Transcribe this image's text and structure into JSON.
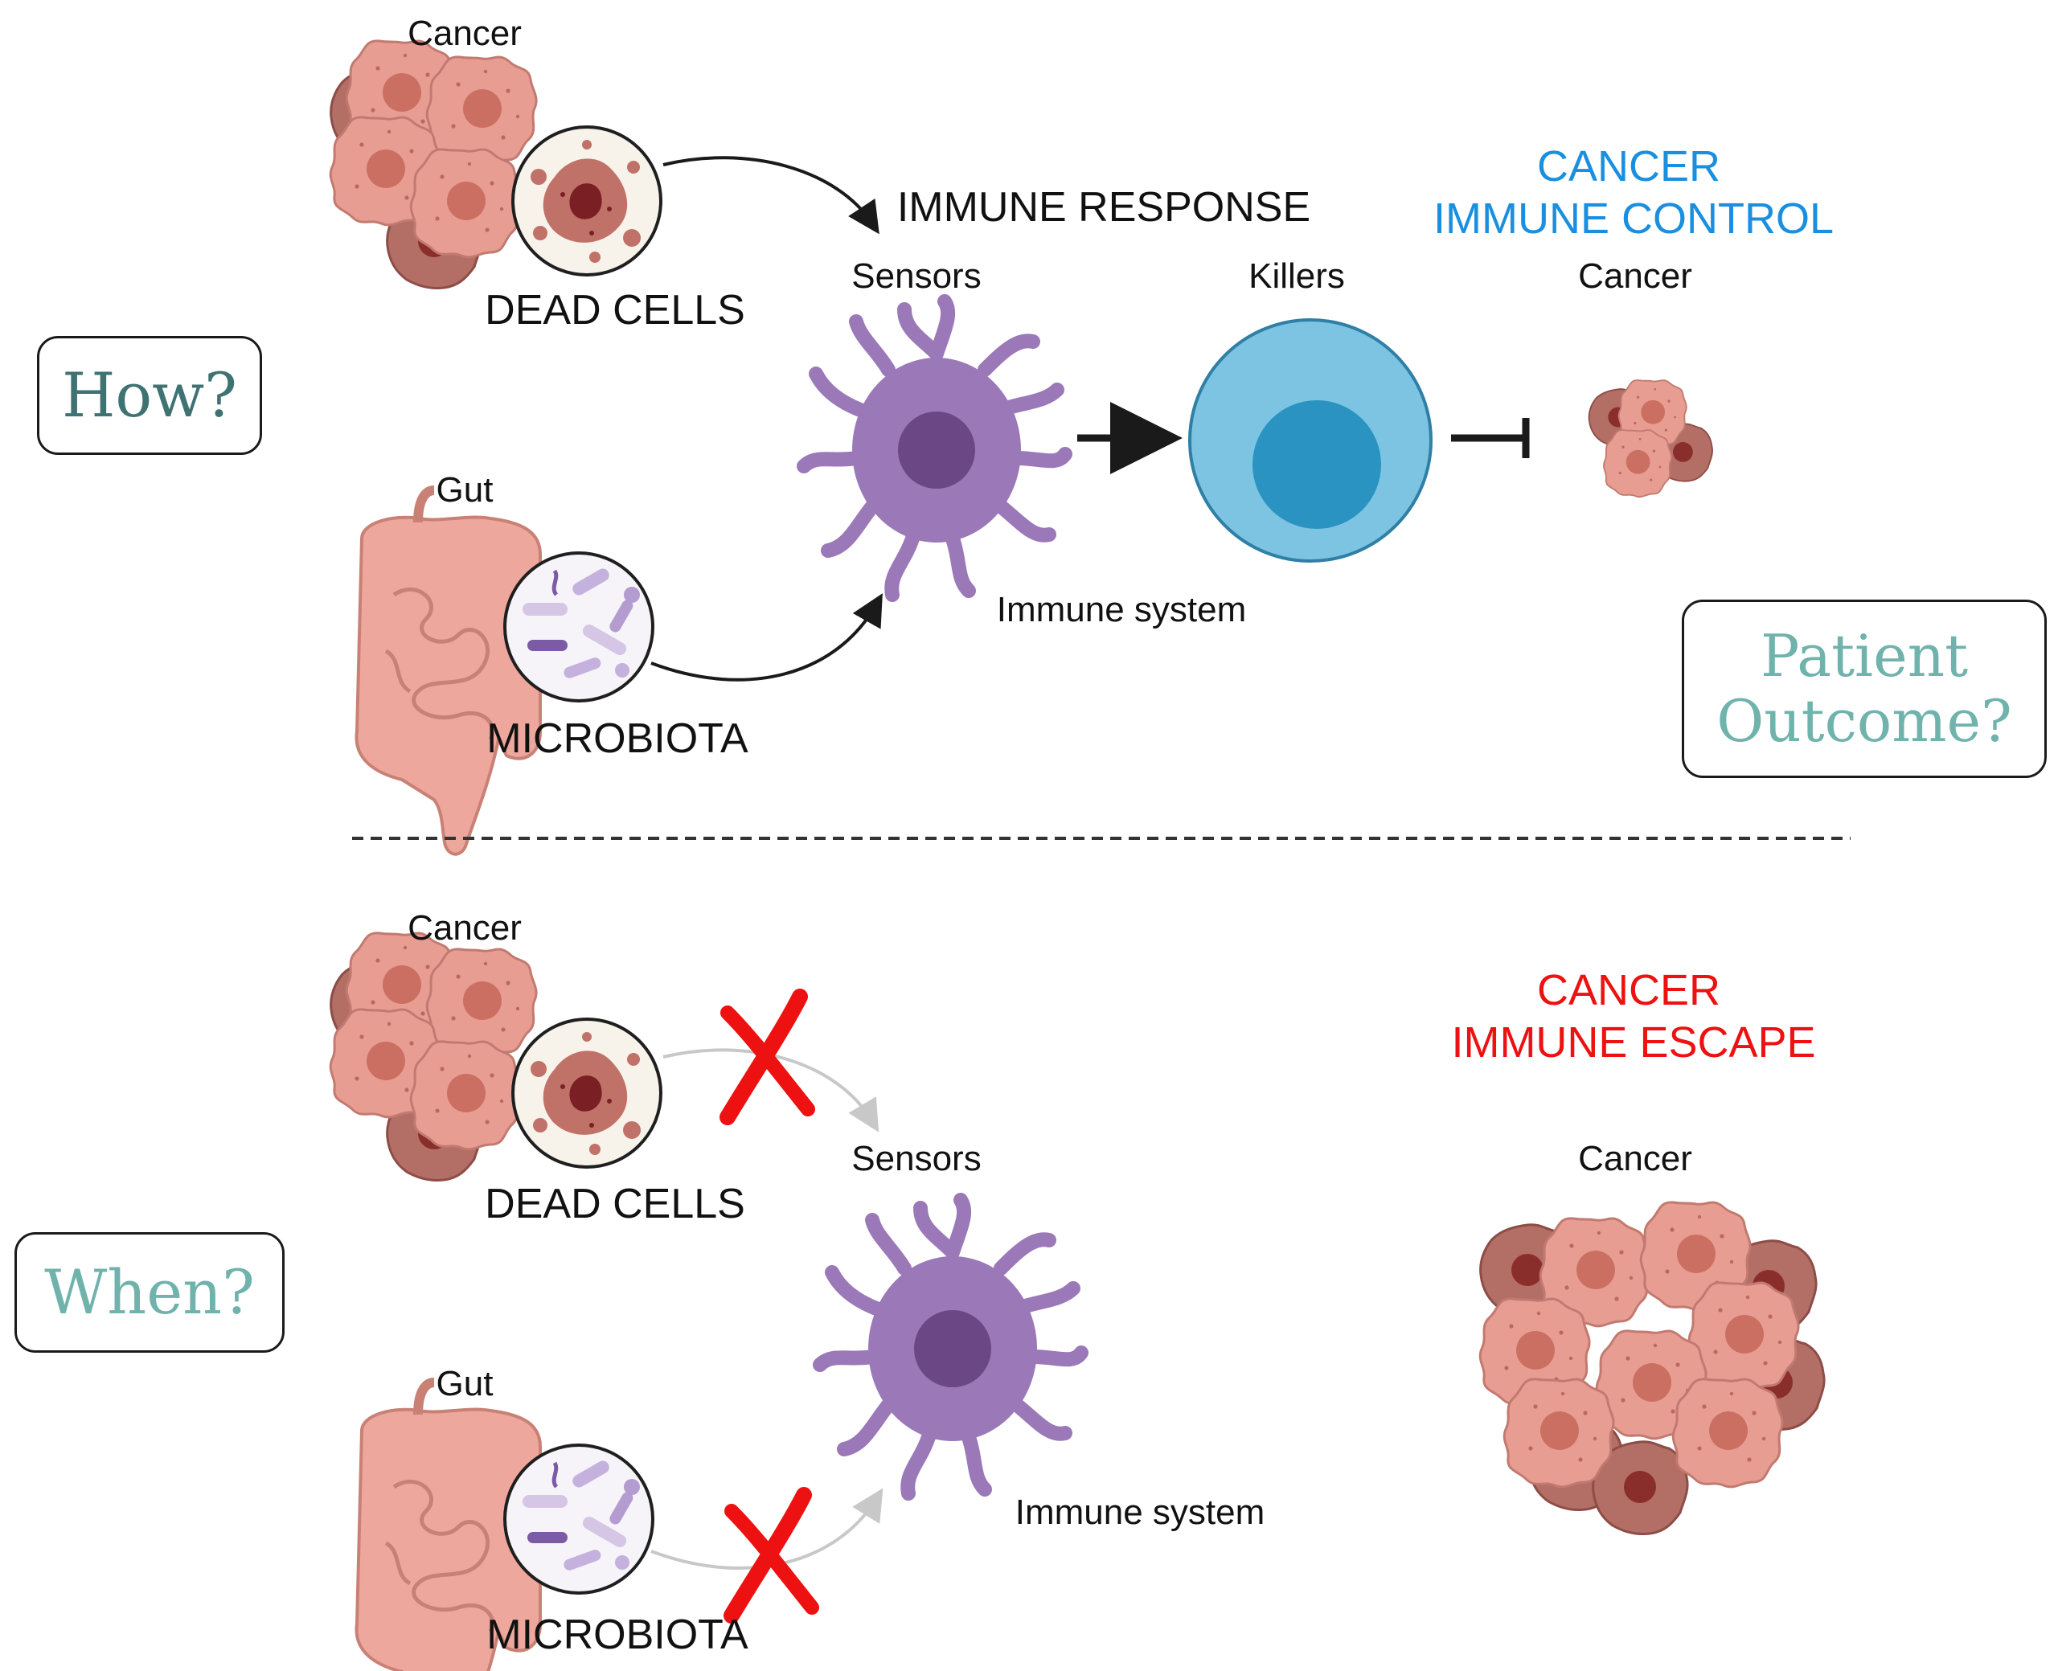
{
  "top": {
    "cancer_label": "Cancer",
    "dead_cells_label": "DEAD CELLS",
    "gut_label": "Gut",
    "microbiota_label": "MICROBIOTA",
    "immune_response_label": "IMMUNE RESPONSE",
    "sensors_label": "Sensors",
    "killers_label": "Killers",
    "immune_system_label": "Immune system",
    "outcome_line1": "CANCER",
    "outcome_line2": "IMMUNE CONTROL",
    "cancer_small_label": "Cancer"
  },
  "bottom": {
    "cancer_label": "Cancer",
    "dead_cells_label": "DEAD CELLS",
    "gut_label": "Gut",
    "microbiota_label": "MICROBIOTA",
    "sensors_label": "Sensors",
    "immune_system_label": "Immune system",
    "outcome_line1": "CANCER",
    "outcome_line2": "IMMUNE ESCAPE",
    "cancer_big_label": "Cancer"
  },
  "questions": {
    "how": "How?",
    "when": "When?",
    "patient_line1": "Patient",
    "patient_line2": "Outcome?"
  },
  "colors": {
    "control_blue": "#1a8fe0",
    "escape_red": "#ee1111",
    "question_teal_dark": "#3f7272",
    "question_teal_light": "#6fb3ac",
    "sensor_purple": "#9b79b8",
    "killer_blue": "#7cc4e1"
  }
}
